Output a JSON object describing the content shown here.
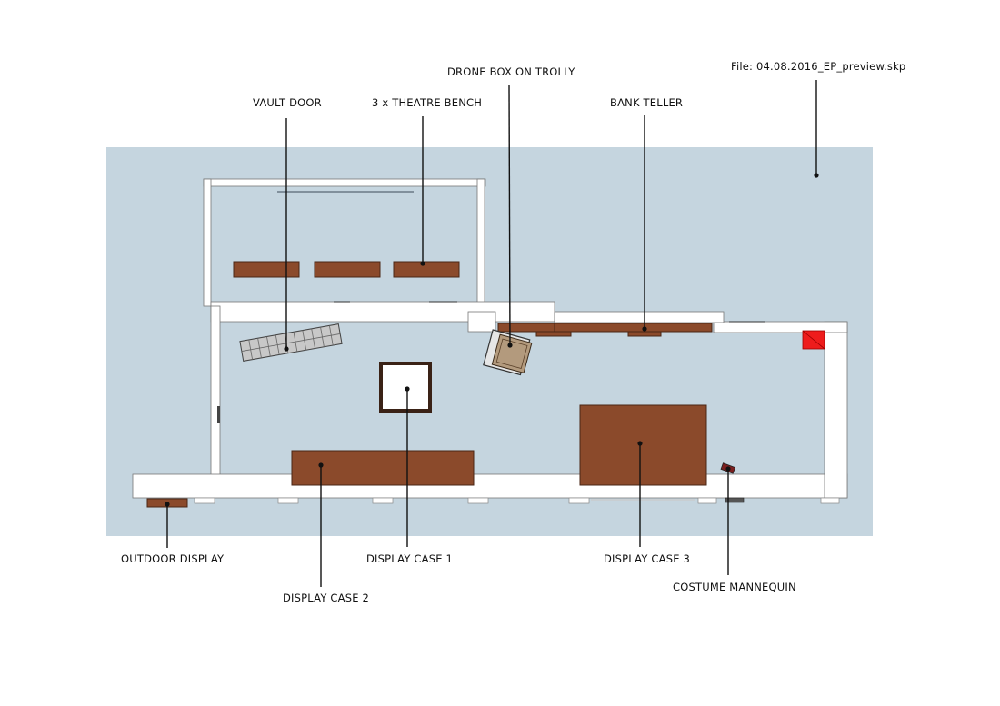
{
  "file_label": "File: 04.08.2016_EP_preview.skp",
  "labels": {
    "vault_door": "VAULT DOOR",
    "theatre_bench": "3 x THEATRE BENCH",
    "drone_box": "DRONE BOX ON TROLLY",
    "bank_teller": "BANK TELLER",
    "outdoor_display": "OUTDOOR DISPLAY",
    "display_case_1": "DISPLAY CASE 1",
    "display_case_2": "DISPLAY CASE 2",
    "display_case_3": "DISPLAY CASE 3",
    "costume_mannequin": "COSTUME MANNEQUIN"
  },
  "colors": {
    "floor": "#c5d5df",
    "wall": "#ffffff",
    "wall_edge": "#777777",
    "furniture": "#8b4a2b",
    "furniture_edge": "#4a2616",
    "alarm": "#ee1c1c",
    "ink": "#111111"
  }
}
